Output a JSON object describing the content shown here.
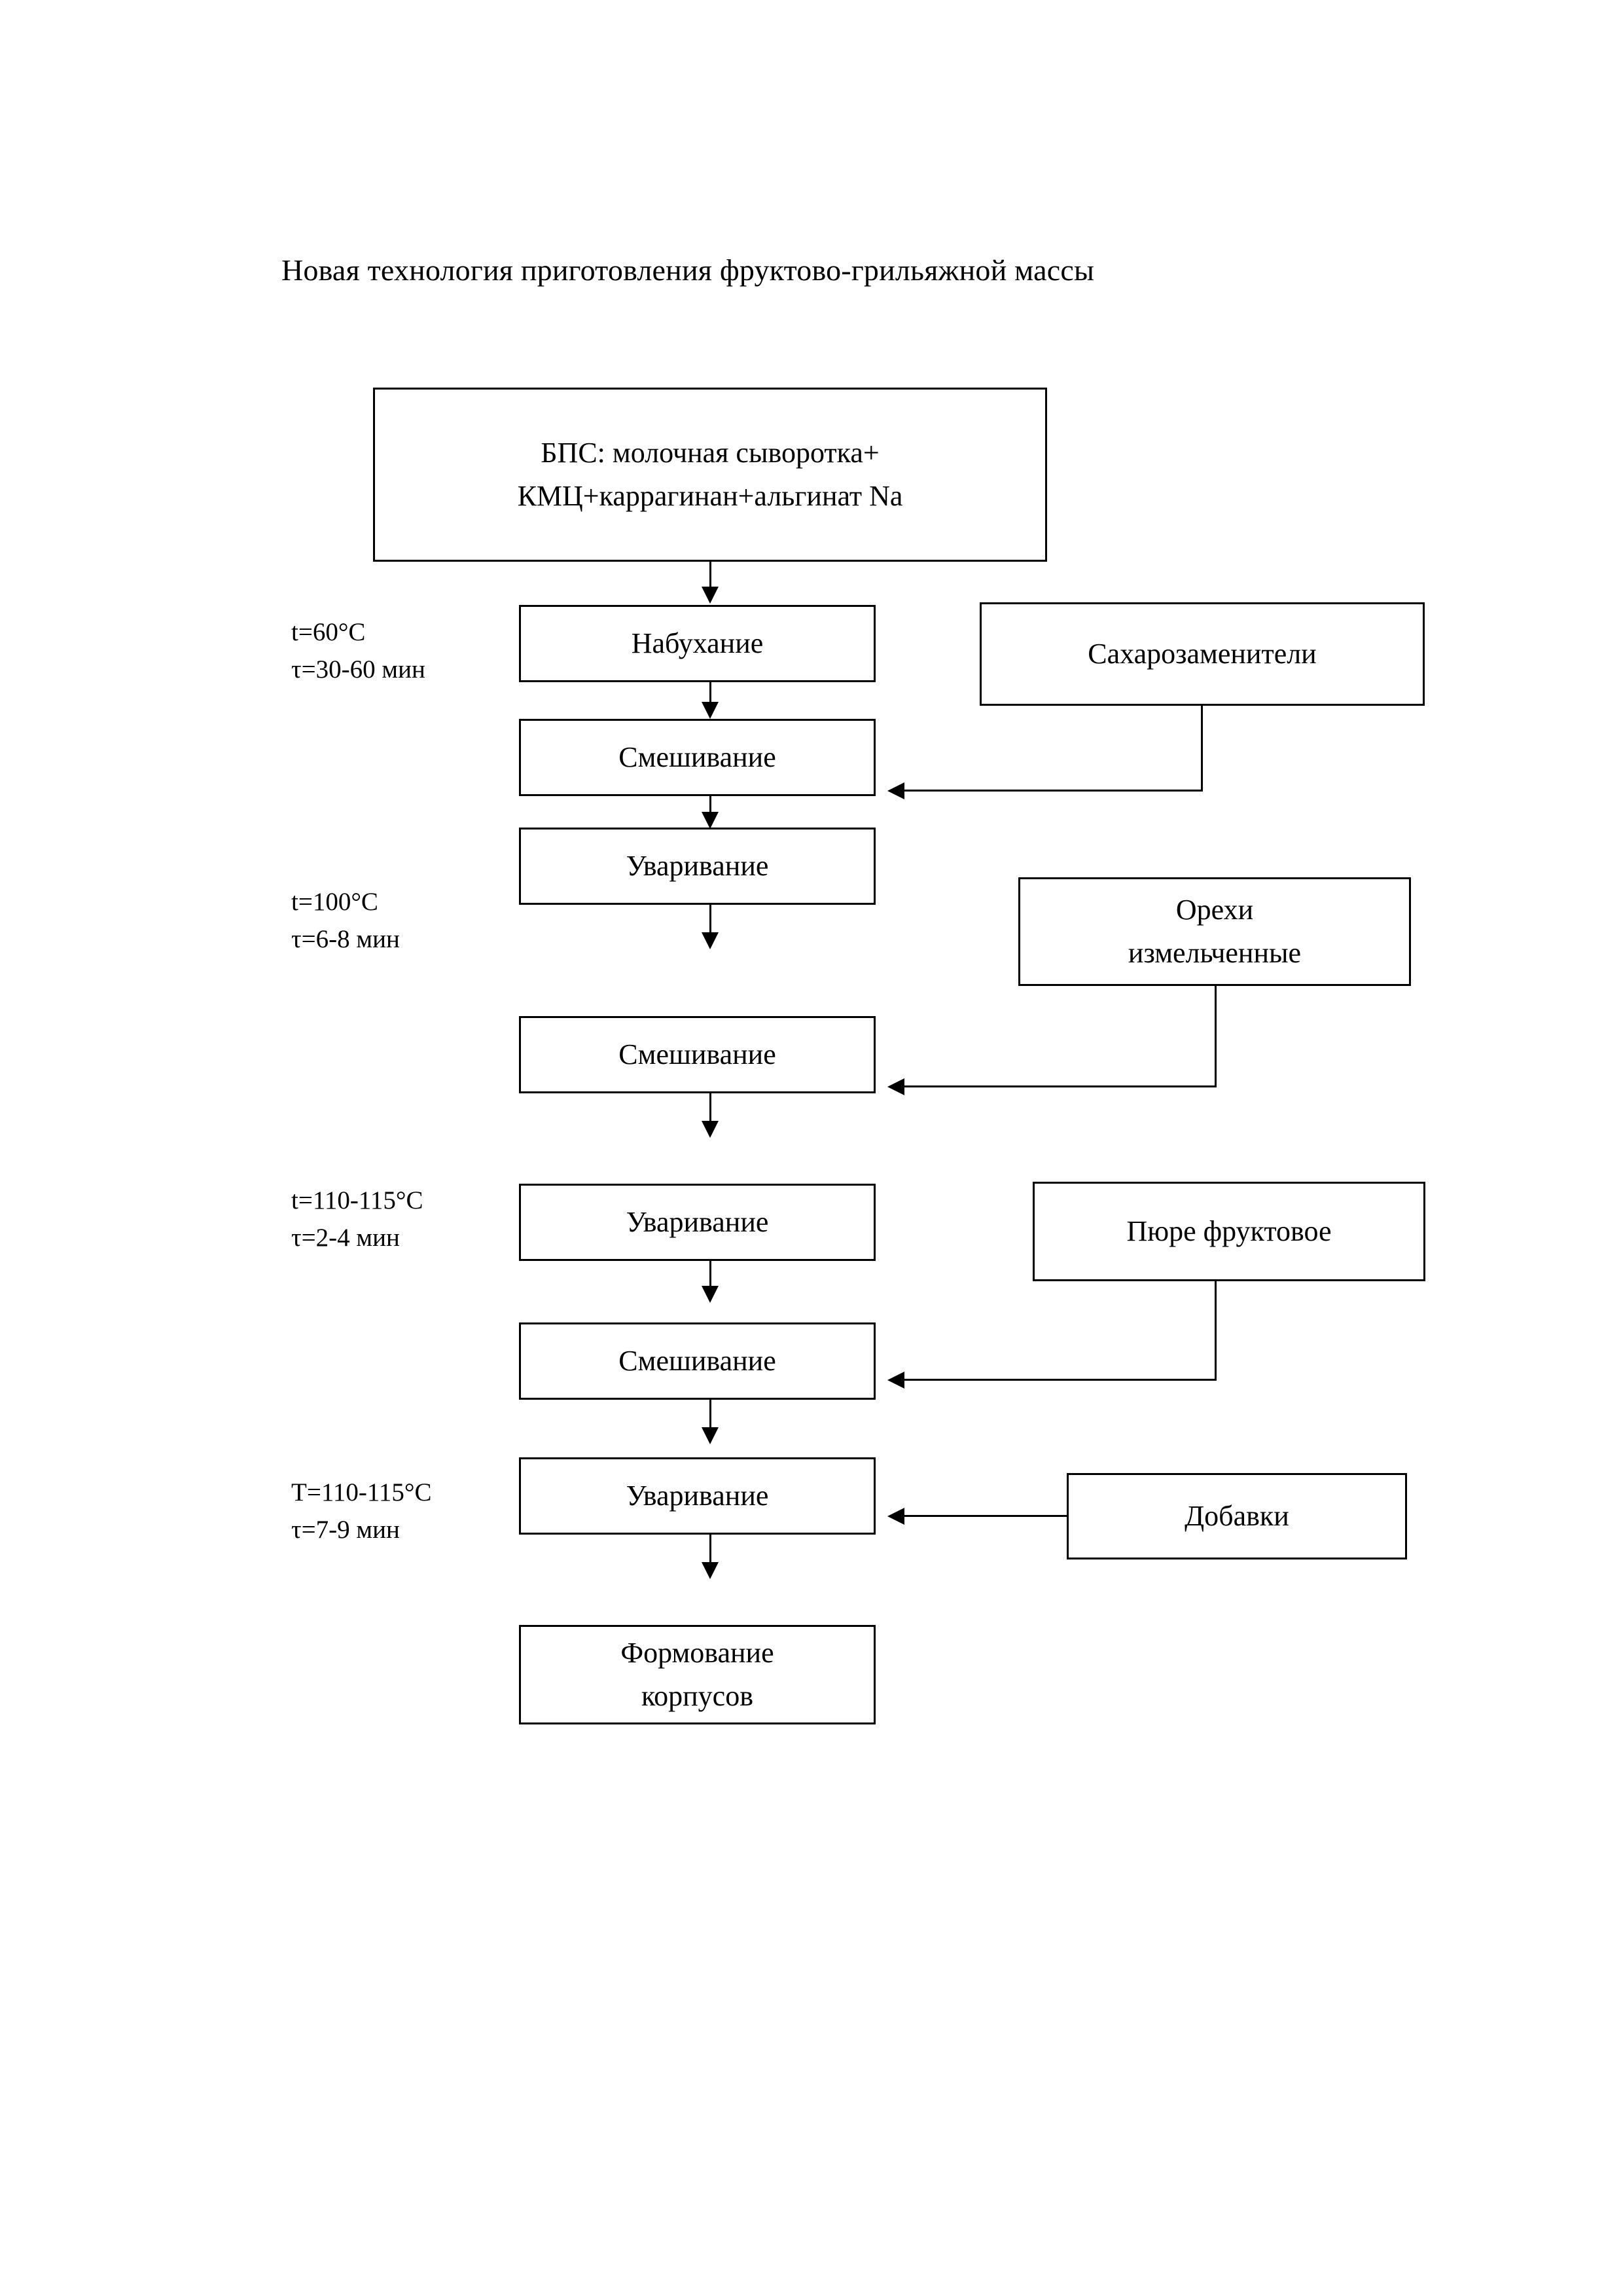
{
  "document": {
    "title": "Новая технология приготовления фруктово-грильяжной массы"
  },
  "flowchart": {
    "main_column": [
      {
        "id": "bps",
        "label_line1": "БПС: молочная сыворотка+",
        "label_line2": "КМЦ+каррагинан+альгинат Na"
      },
      {
        "id": "nabuhanie",
        "label_line1": "Набухание",
        "label_line2": ""
      },
      {
        "id": "smesh1",
        "label_line1": "Смешивание",
        "label_line2": ""
      },
      {
        "id": "uvar1",
        "label_line1": "Уваривание",
        "label_line2": ""
      },
      {
        "id": "smesh2",
        "label_line1": "Смешивание",
        "label_line2": ""
      },
      {
        "id": "uvar2",
        "label_line1": "Уваривание",
        "label_line2": ""
      },
      {
        "id": "smesh3",
        "label_line1": "Смешивание",
        "label_line2": ""
      },
      {
        "id": "uvar3",
        "label_line1": "Уваривание",
        "label_line2": ""
      },
      {
        "id": "formovanie",
        "label_line1": "Формование",
        "label_line2": "корпусов"
      }
    ],
    "side_inputs": [
      {
        "id": "saharozameniteli",
        "label_line1": "Сахарозаменители",
        "label_line2": ""
      },
      {
        "id": "orehi",
        "label_line1": "Орехи",
        "label_line2": "измельченные"
      },
      {
        "id": "pure",
        "label_line1": "Пюре фруктовое",
        "label_line2": ""
      },
      {
        "id": "dobavki",
        "label_line1": "Добавки",
        "label_line2": ""
      }
    ],
    "parameters": [
      {
        "id": "p1",
        "temperature": "t=60°C",
        "time": "τ=30-60 мин"
      },
      {
        "id": "p2",
        "temperature": "t=100°C",
        "time": "τ=6-8 мин"
      },
      {
        "id": "p3",
        "temperature": "t=110-115°C",
        "time": "τ=2-4 мин"
      },
      {
        "id": "p4",
        "temperature": "T=110-115°C",
        "time": "τ=7-9 мин"
      }
    ]
  },
  "colors": {
    "stroke": "#000000",
    "background": "#ffffff"
  }
}
